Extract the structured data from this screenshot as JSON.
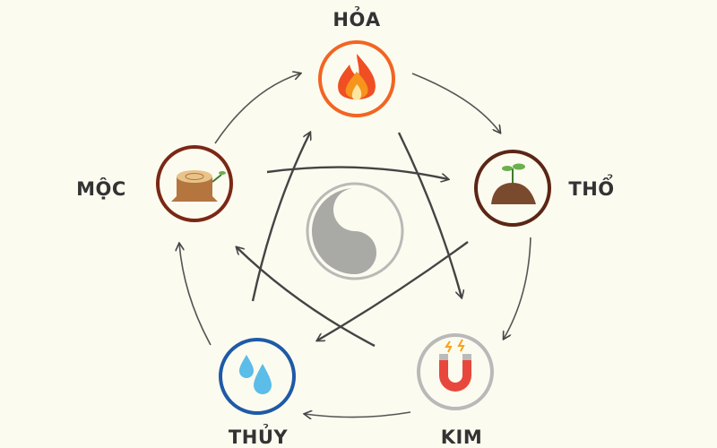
{
  "title": "Ngũ hành",
  "elements": {
    "hoa": {
      "label": "HỎA",
      "icon": "fire-icon",
      "color": "#f26522"
    },
    "tho": {
      "label": "THỔ",
      "icon": "soil-sprout-icon",
      "color": "#5b2616"
    },
    "kim": {
      "label": "KIM",
      "icon": "magnet-icon",
      "color": "#b9b9b9"
    },
    "thuy": {
      "label": "THỦY",
      "icon": "water-drops-icon",
      "color": "#1e5aa6"
    },
    "moc": {
      "label": "MỘC",
      "icon": "tree-stump-icon",
      "color": "#7a2816"
    }
  },
  "center_icon": "yin-yang-icon"
}
